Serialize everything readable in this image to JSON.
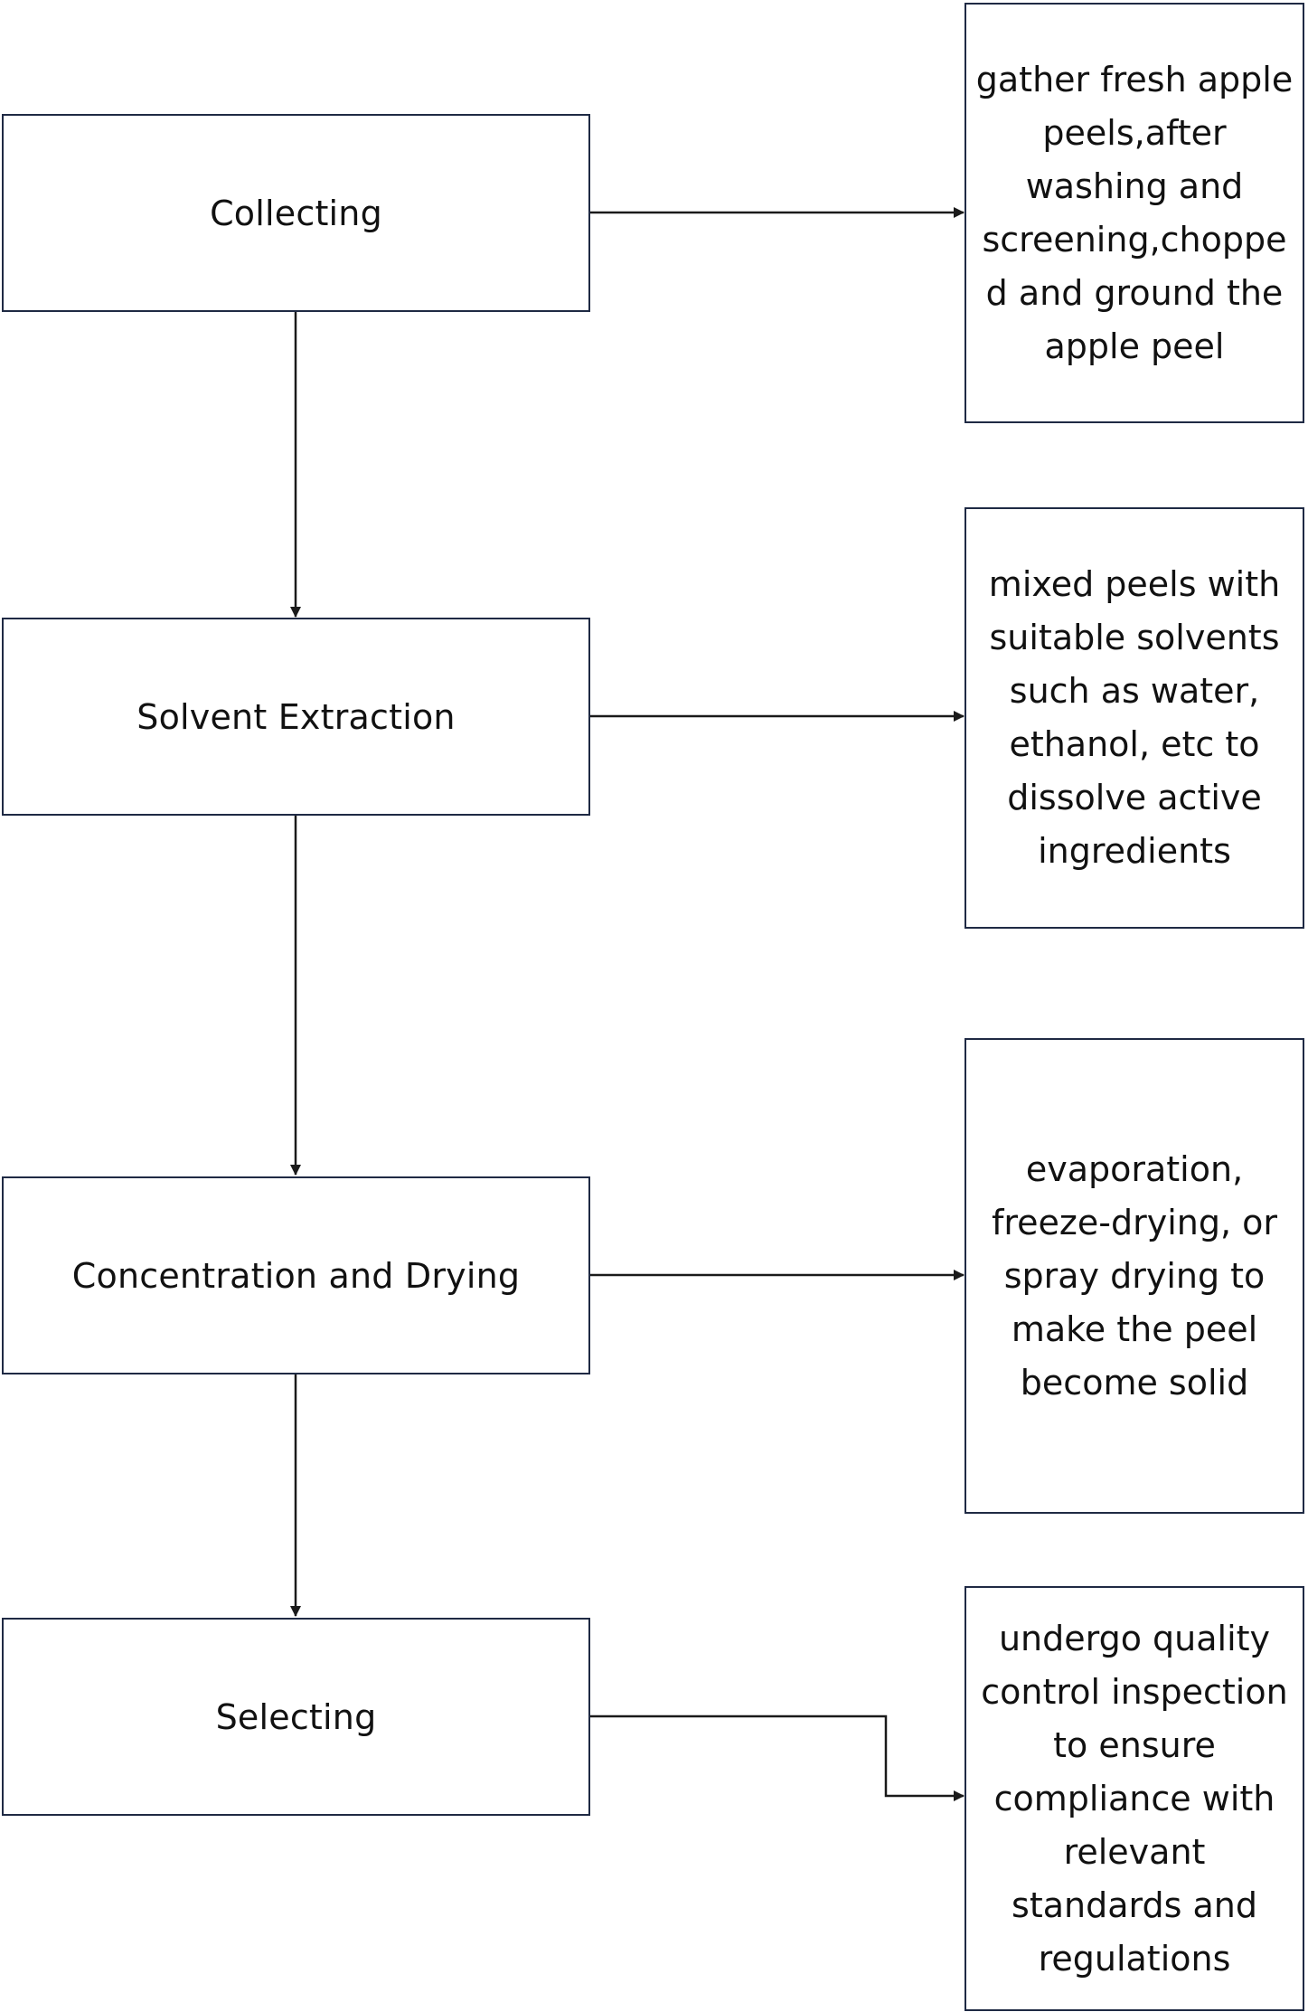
{
  "steps": [
    {
      "label": "Collecting",
      "note": "gather fresh apple peels,after washing and screening,chopped and ground the apple peel"
    },
    {
      "label": "Solvent Extraction",
      "note": "mixed peels with suitable solvents such as water, ethanol, etc to dissolve active ingredients"
    },
    {
      "label": "Concentration and Drying",
      "note": "evaporation, freeze-drying, or spray drying to make the peel become solid"
    },
    {
      "label": "Selecting",
      "note": "undergo quality control inspection to ensure compliance with relevant standards and regulations"
    }
  ],
  "colors": {
    "border": "#1f2a44",
    "arrow": "#1a1a1a",
    "text": "#111111"
  }
}
